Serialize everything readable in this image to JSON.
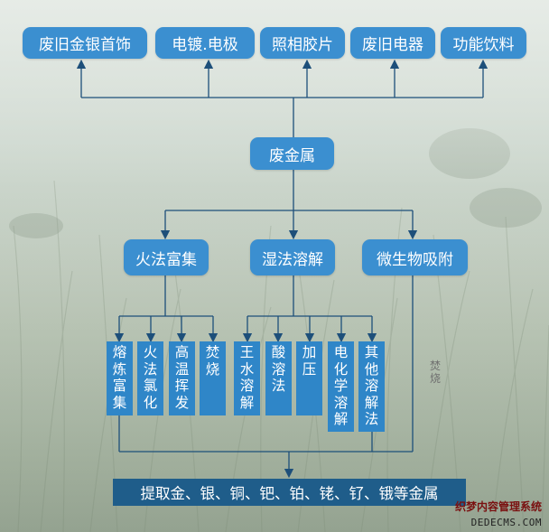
{
  "sources": [
    "废旧金银首饰",
    "电镀.电极",
    "照相胶片",
    "废旧电器",
    "功能饮料"
  ],
  "center": "废金属",
  "methods": [
    "火法富集",
    "湿法溶解",
    "微生物吸附"
  ],
  "fire_steps": [
    "熔炼富集",
    "火法氯化",
    "高温挥发",
    "焚烧"
  ],
  "wet_steps": [
    "王水溶解",
    "酸溶法",
    "加压",
    "电化学溶解",
    "其他溶解法"
  ],
  "side_label": "焚烧",
  "result": "提取金、银、铜、钯、铂、铑、钌、锇等金属",
  "watermark": {
    "line1": "织梦内容管理系统",
    "line2": "DEDECMS.COM"
  },
  "colors": {
    "pill": "#3b8fd0",
    "box": "#2f86c8",
    "result": "#1f5d8a",
    "line": "#1d4f7a"
  }
}
